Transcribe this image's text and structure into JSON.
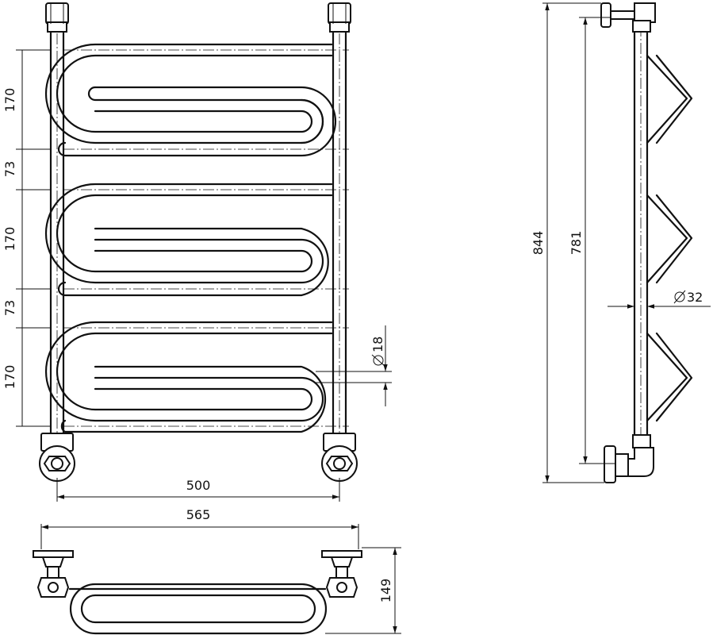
{
  "colors": {
    "line": "#111111",
    "background": "#ffffff"
  },
  "front_view": {
    "dim_vertical": [
      "170",
      "73",
      "170",
      "73",
      "170"
    ],
    "dim_500": "500",
    "dim_565": "565",
    "dim_tube": "18"
  },
  "side_view": {
    "dim_844": "844",
    "dim_781": "781",
    "dim_post": "32"
  },
  "top_view": {
    "dim_149": "149"
  }
}
